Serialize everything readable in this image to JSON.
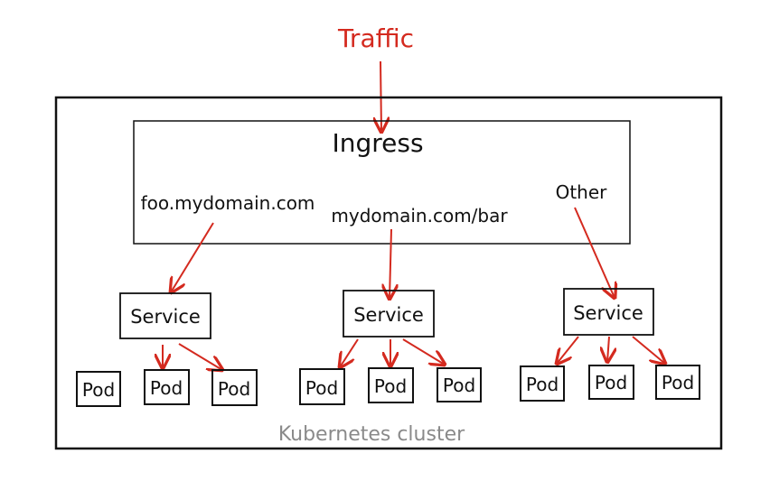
{
  "traffic": {
    "label": "Traffic"
  },
  "ingress": {
    "title": "Ingress",
    "routes": [
      "foo.mydomain.com",
      "mydomain.com/bar",
      "Other"
    ]
  },
  "services": [
    {
      "label": "Service",
      "pods": [
        "Pod",
        "Pod",
        "Pod"
      ]
    },
    {
      "label": "Service",
      "pods": [
        "Pod",
        "Pod",
        "Pod"
      ]
    },
    {
      "label": "Service",
      "pods": [
        "Pod",
        "Pod",
        "Pod"
      ]
    }
  ],
  "cluster": {
    "label": "Kubernetes cluster"
  },
  "colors": {
    "arrow": "#d42a1f",
    "ink": "#111111",
    "cluster_label": "#8a8a8a"
  }
}
